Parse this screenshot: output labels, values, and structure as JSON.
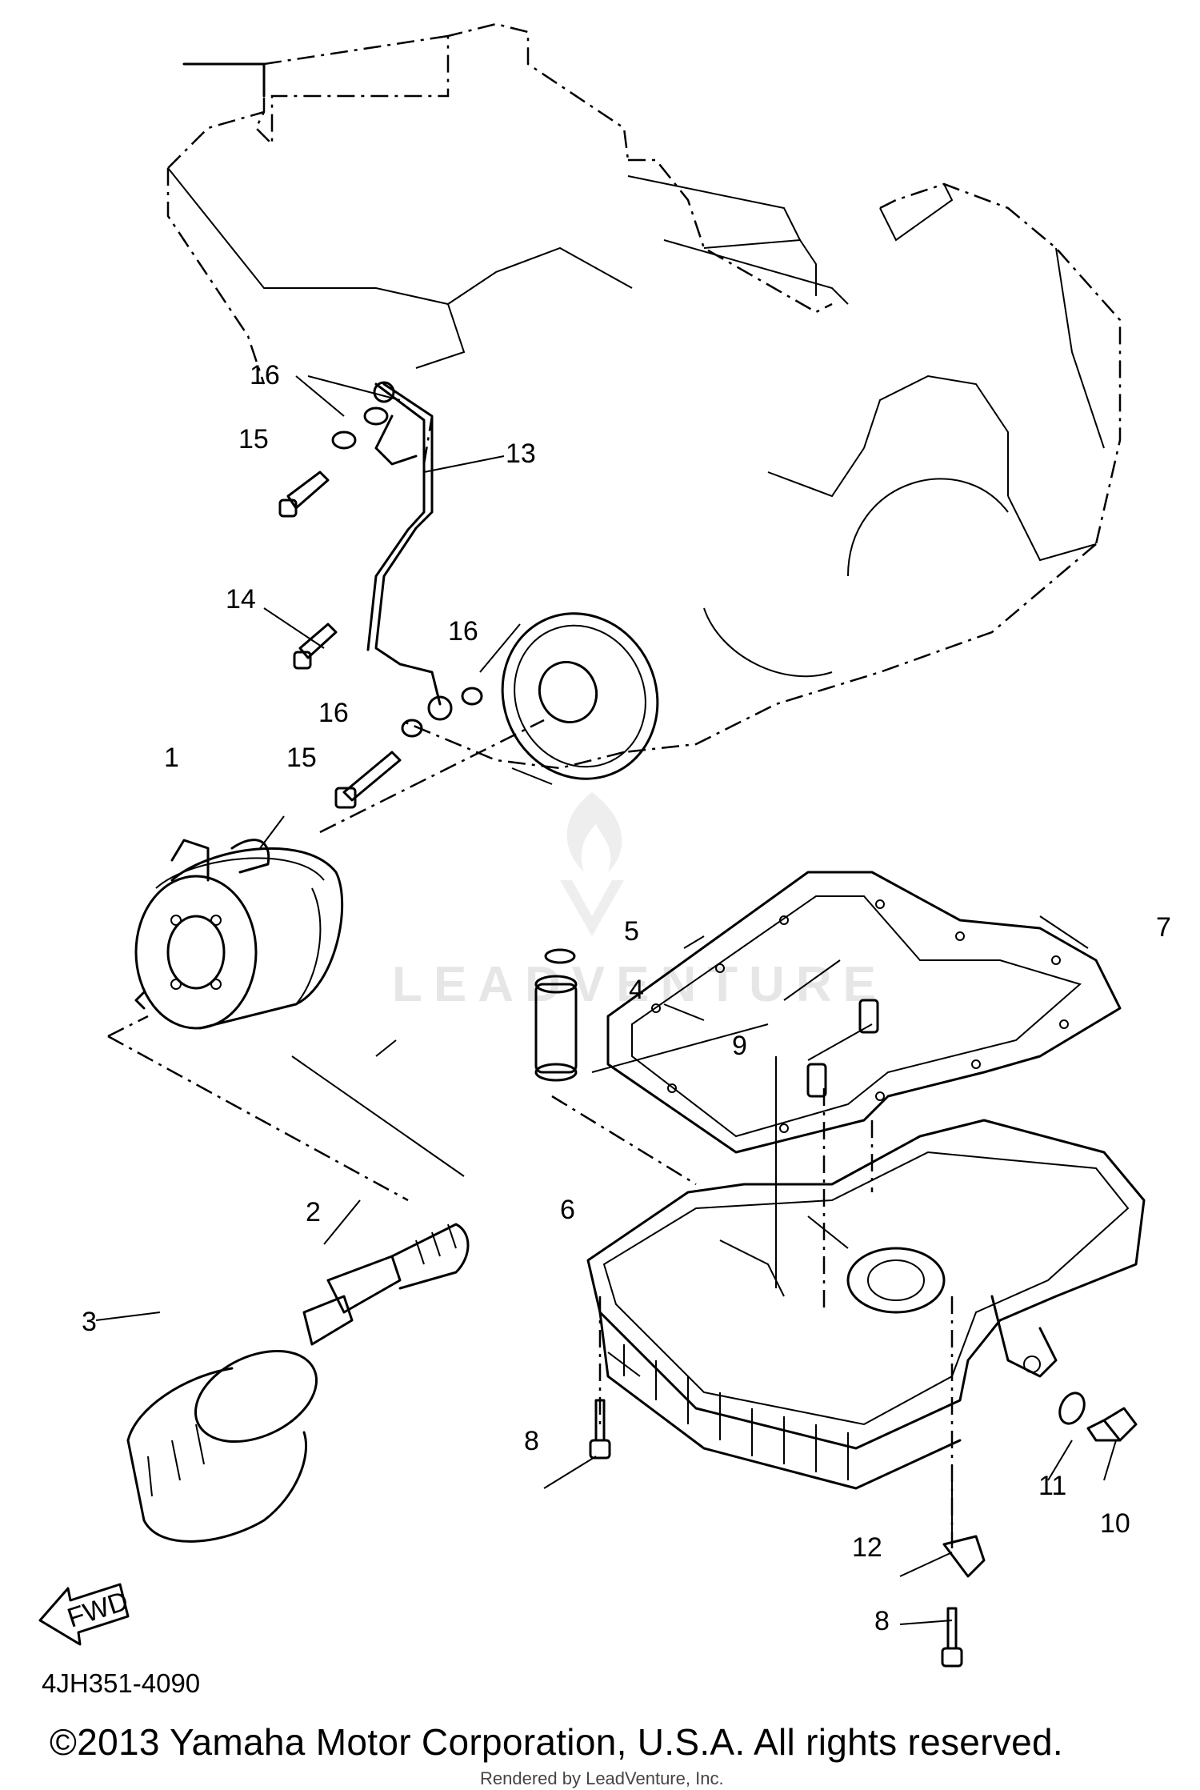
{
  "callouts": {
    "c1": "1",
    "c2": "2",
    "c3": "3",
    "c4": "4",
    "c5": "5",
    "c6": "6",
    "c7": "7",
    "c8a": "8",
    "c8b": "8",
    "c9": "9",
    "c10": "10",
    "c11": "11",
    "c12": "12",
    "c13": "13",
    "c14": "14",
    "c15a": "15",
    "c15b": "15",
    "c16a": "16",
    "c16b": "16",
    "c16c": "16"
  },
  "fwd_label": "FWD",
  "diagram_code": "4JH351-4090",
  "copyright": "©2013 Yamaha Motor Corporation, U.S.A. All rights reserved.",
  "rendered_by": "Rendered by LeadVenture, Inc.",
  "watermark": "LEADVENTURE"
}
